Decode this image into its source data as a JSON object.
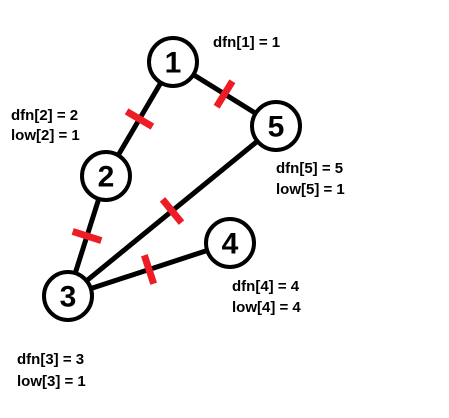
{
  "nodes": [
    {
      "id": "1",
      "label": "1"
    },
    {
      "id": "2",
      "label": "2"
    },
    {
      "id": "3",
      "label": "3"
    },
    {
      "id": "4",
      "label": "4"
    },
    {
      "id": "5",
      "label": "5"
    }
  ],
  "edges": [
    {
      "from": "1",
      "to": "2",
      "cut": true
    },
    {
      "from": "1",
      "to": "5",
      "cut": true
    },
    {
      "from": "2",
      "to": "3",
      "cut": true
    },
    {
      "from": "3",
      "to": "5",
      "cut": true
    },
    {
      "from": "3",
      "to": "4",
      "cut": true
    }
  ],
  "annotations": {
    "node1": {
      "dfn": "dfn[1] = 1"
    },
    "node2": {
      "dfn": "dfn[2] = 2",
      "low": "low[2] = 1"
    },
    "node3": {
      "dfn": "dfn[3] = 3",
      "low": "low[3] = 1"
    },
    "node4": {
      "dfn": "dfn[4] = 4",
      "low": "low[4] = 4"
    },
    "node5": {
      "dfn": "dfn[5] = 5",
      "low": "low[5] = 1"
    }
  },
  "colors": {
    "edge": "#000000",
    "cut_mark": "#ee1c25",
    "node_fill": "#ffffff",
    "node_stroke": "#000000"
  }
}
